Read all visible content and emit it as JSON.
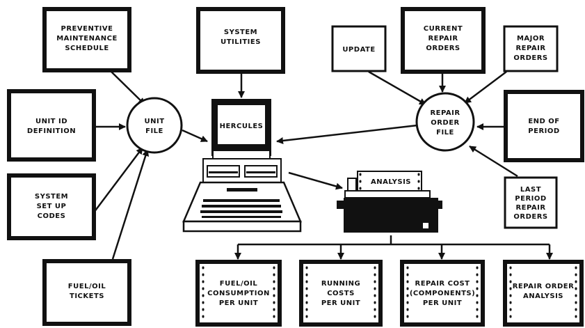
{
  "nodes": {
    "preventive": [
      "PREVENTIVE",
      "MAINTENANCE",
      "SCHEDULE"
    ],
    "system_utilities": [
      "SYSTEM",
      "UTILITIES"
    ],
    "update": [
      "UPDATE"
    ],
    "current_repair_orders": [
      "CURRENT",
      "REPAIR",
      "ORDERS"
    ],
    "major_repair_orders": [
      "MAJOR",
      "REPAIR",
      "ORDERS"
    ],
    "unit_id_definition": [
      "UNIT ID",
      "DEFINITION"
    ],
    "unit_file": [
      "UNIT",
      "FILE"
    ],
    "computer": [
      "HERCULES"
    ],
    "repair_order_file": [
      "REPAIR",
      "ORDER",
      "FILE"
    ],
    "end_of_period": [
      "END OF",
      "PERIOD"
    ],
    "system_set_up_codes": [
      "SYSTEM",
      "SET UP",
      "CODES"
    ],
    "printer": [
      "ANALYSIS"
    ],
    "last_period_repair_orders": [
      "LAST",
      "PERIOD",
      "REPAIR",
      "ORDERS"
    ],
    "fuel_oil_tickets": [
      "FUEL/OIL",
      "TICKETS"
    ]
  },
  "reports": [
    [
      "FUEL/OIL",
      "CONSUMPTION",
      "PER UNIT"
    ],
    [
      "RUNNING",
      "COSTS",
      "PER UNIT"
    ],
    [
      "REPAIR COST",
      "(COMPONENTS)",
      "PER UNIT"
    ],
    [
      "REPAIR ORDER",
      "ANALYSIS"
    ]
  ]
}
